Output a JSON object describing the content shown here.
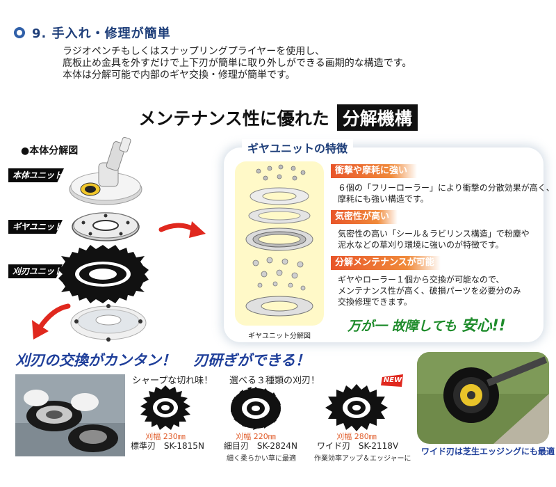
{
  "section": {
    "title": "9. 手入れ・修理が簡単"
  },
  "intro": {
    "lines": [
      "ラジオペンチもしくはスナップリングプライヤーを使用し、",
      "底板止め金具を外すだけで上下刃が簡単に取り外しができる画期的な構造です。",
      "本体は分解可能で内部のギヤ交換・修理が簡単です。"
    ]
  },
  "main_heading": {
    "plain": "メンテナンス性に優れた",
    "boxed": "分解機構"
  },
  "diagram": {
    "title": "●本体分解図",
    "labels": [
      "本体ユニット",
      "ギヤユニット",
      "刈刃ユニット"
    ]
  },
  "gear_panel": {
    "title": "ギヤユニットの特徴",
    "image_caption": "ギヤユニット分解図",
    "features": [
      {
        "tag": "衝撃や摩耗に強い",
        "lines": [
          "６個の「フリーローラー」により衝撃の分散効果が高く、",
          "摩耗にも強い構造です。"
        ]
      },
      {
        "tag": "気密性が高い",
        "lines": [
          "気密性の高い「シール＆ラビリンス構造」で粉塵や",
          "泥水などの草刈り環境に強いのが特徴です。"
        ]
      },
      {
        "tag": "分解メンテナンスが可能",
        "lines": [
          "ギヤやローラー１個から交換が可能なので、",
          "メンテナンス性が高く、破損パーツを必要分のみ",
          "交換修理できます。"
        ]
      }
    ],
    "slogan_a": "万が一",
    "slogan_b": "故障しても",
    "slogan_c": "安心!!"
  },
  "blades": {
    "heading_a": "刈刃の交換がカンタン！",
    "heading_b": "刃研ぎができる！",
    "lead_a": "シャープな切れ味！",
    "lead_b": "選べる３種類の刈刃！",
    "new_badge": "NEW",
    "items": [
      {
        "width": "刈幅 230㎜",
        "name": "標準刃",
        "model": "SK-1815N",
        "note": ""
      },
      {
        "width": "刈幅 220㎜",
        "name": "細目刃",
        "model": "SK-2824N",
        "note": "細く柔らかい草に最適"
      },
      {
        "width": "刈幅 280㎜",
        "name": "ワイド刃",
        "model": "SK-2118V",
        "note": "作業効率アップ＆エッジャーに"
      }
    ],
    "wide_caption": "ワイド刃は芝生エッジングにも最適！"
  },
  "colors": {
    "accent_blue": "#1f3f9a",
    "feature_orange": "#e8552a",
    "slogan_green": "#1f8c2c",
    "arrow_red": "#e0281e"
  }
}
